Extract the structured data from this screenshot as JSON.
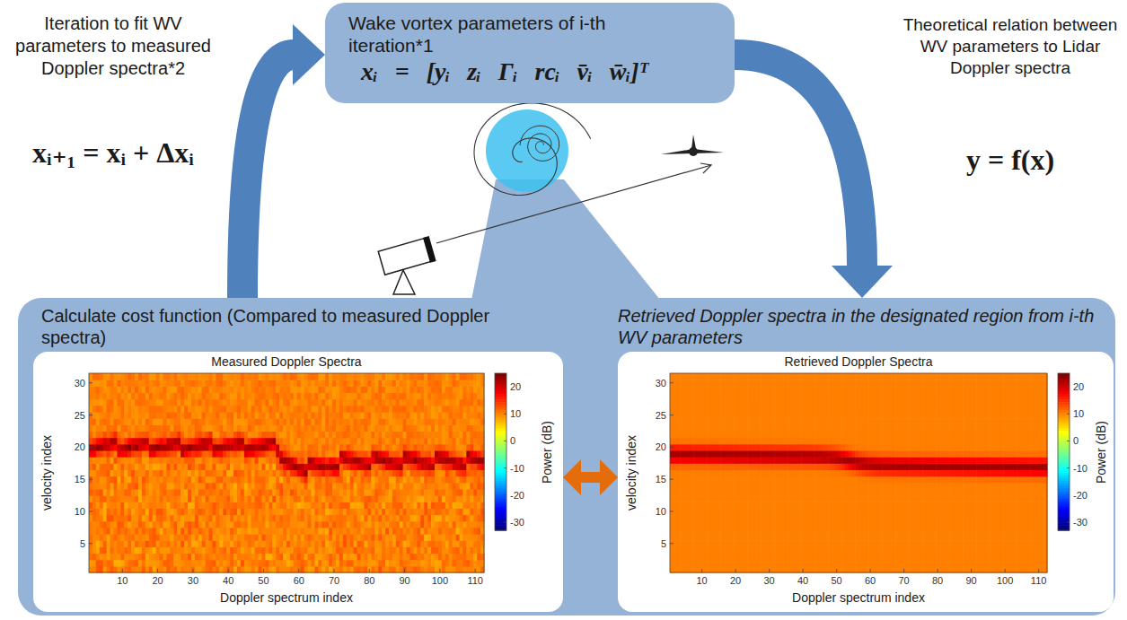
{
  "diagram": {
    "nodes": [
      {
        "text": [
          "Wake vortex parameters of i-th iteration*1",
          "xᵢ = [yᵢ zᵢ Γᵢ rcᵢ v̄ᵢ w̄ᵢ]ᵀ"
        ]
      },
      {
        "text": [
          "Calculate cost function (Compared to measured Doppler spectra)",
          "Retrieved Doppler spectra in the designated region from i-th WV parameters"
        ]
      },
      {
        "text": [
          "Measured Doppler Spectra",
          "velocity index",
          "Doppler spectrum index",
          "Power (dB)"
        ],
        "in": 1
      },
      {
        "text": [
          "Retrieved Doppler Spectra",
          "velocity index",
          "Doppler spectrum index",
          "Power (dB)"
        ],
        "in": 1
      }
    ],
    "edges": [
      {
        "from": 1,
        "to": 0,
        "arrow": "to"
      },
      {
        "from": 0,
        "to": 1,
        "arrow": "to"
      },
      {
        "from": 2,
        "to": 3,
        "arrow": "both"
      }
    ],
    "labels": [
      "Iteration to fit WV parameters to measured Doppler spectra*2",
      "xᵢ₊₁ = xᵢ + Δxᵢ",
      "Theoretical relation between WV parameters to Lidar Doppler spectra",
      "y = f(x)",
      "30",
      "25",
      "20",
      "15",
      "10",
      "5",
      "10",
      "20",
      "30",
      "40",
      "50",
      "60",
      "70",
      "80",
      "90",
      "100",
      "110",
      "20",
      "10",
      "0",
      "-10",
      "-20",
      "-30",
      "30",
      "25",
      "20",
      "15",
      "10",
      "5",
      "10",
      "20",
      "30",
      "40",
      "50",
      "60",
      "70",
      "80",
      "90",
      "100",
      "110",
      "20",
      "10",
      "0",
      "-10",
      "-20",
      "-30"
    ]
  }
}
